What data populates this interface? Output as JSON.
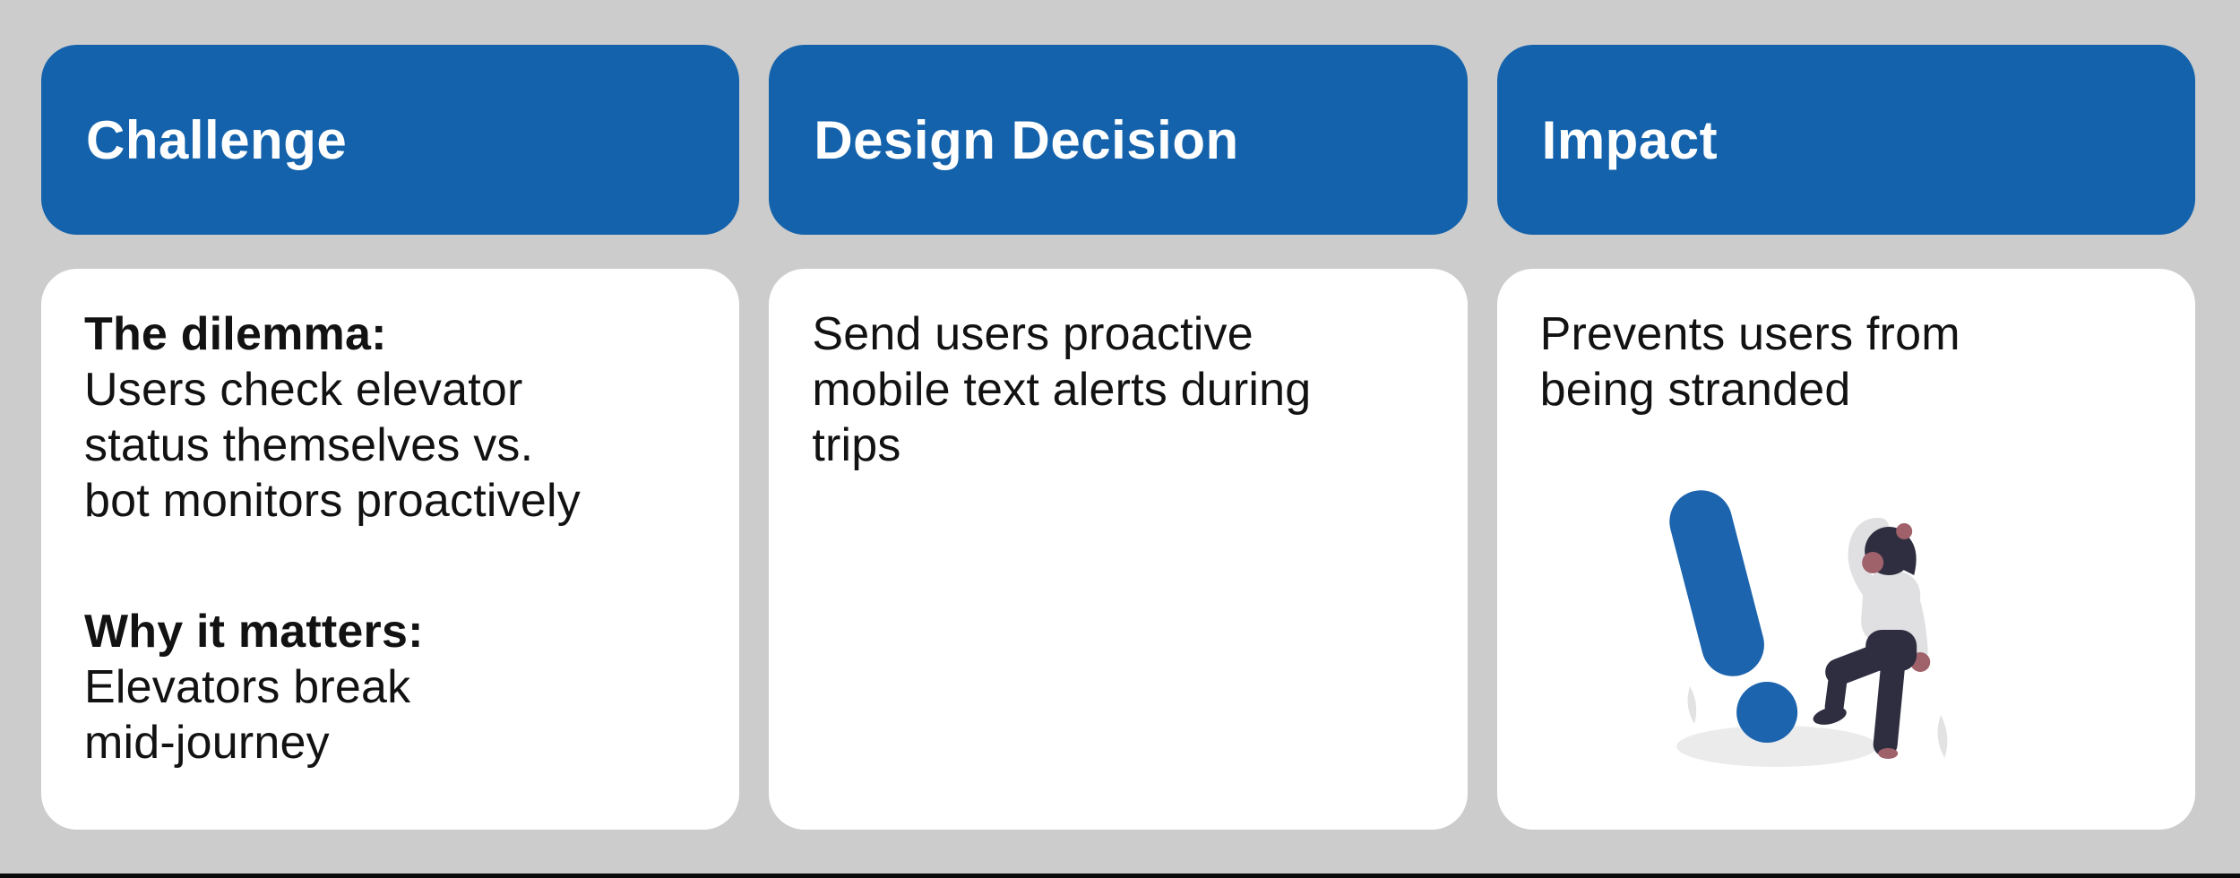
{
  "colors": {
    "background": "#cccccc",
    "header_bg": "#1362ab",
    "header_text": "#ffffff",
    "card_bg": "#ffffff",
    "text": "#121212",
    "bottom_bar": "#0a0a0a",
    "illo_blue": "#1c64ae",
    "illo_mound": "#ebebeb",
    "illo_grass": "#e2e2e2",
    "illo_skin": "#9f616a",
    "illo_bun": "#a0616a",
    "illo_dark": "#2f2e41",
    "illo_sweater": "#e0e0e2"
  },
  "columns": [
    {
      "header": "Challenge",
      "blocks": [
        {
          "title": "The dilemma:",
          "text": "Users check elevator\nstatus themselves vs.\nbot monitors proactively"
        },
        {
          "title": "Why it matters:",
          "text": "Elevators break\nmid-journey"
        }
      ]
    },
    {
      "header": "Design Decision",
      "text": "Send users proactive\nmobile text alerts during\ntrips"
    },
    {
      "header": "Impact",
      "text": "Prevents users from\nbeing stranded",
      "illustration": "person-puzzled-by-large-exclamation-mark"
    }
  ]
}
